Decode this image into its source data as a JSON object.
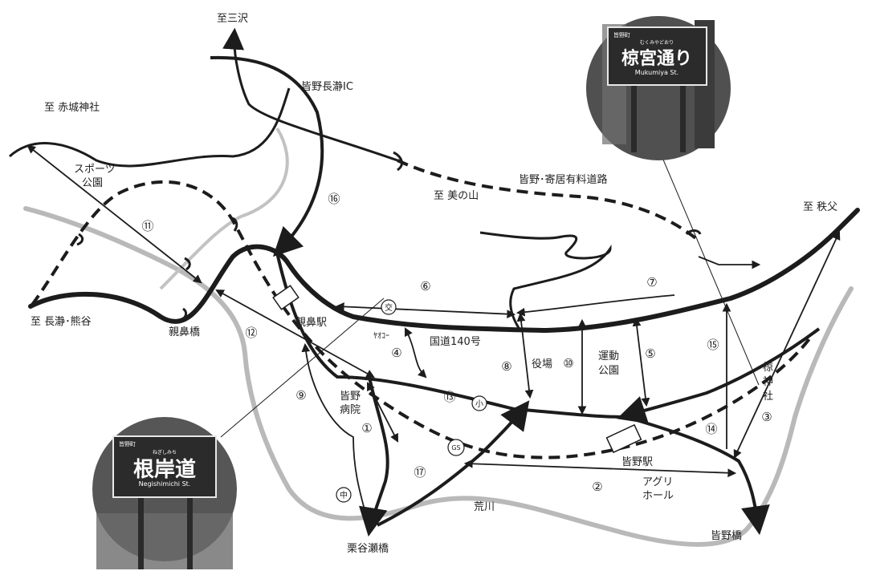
{
  "colors": {
    "road": "#1c1c1c",
    "river": "#b9b9b9",
    "tollway": "#1c1c1c",
    "background": "#ffffff",
    "photo_dark": "#3a3a3a"
  },
  "destinations": {
    "misawa": "至三沢",
    "akagi": "至 赤城神社",
    "minoyama": "至 美の山",
    "chichibu": "至 秩父",
    "nagatoro": "至 長瀞･熊谷"
  },
  "places": {
    "minano_nagatoro_ic": "皆野長瀞IC",
    "sports_park": [
      "スポーツ",
      "公園"
    ],
    "toll_road": "皆野･寄居有料道路",
    "national_route": "国道140号",
    "oyahana_station": "親鼻駅",
    "oyahana_bridge": "親鼻橋",
    "minano_station": "皆野駅",
    "minano_bridge": "皆野橋",
    "kuriyase_bridge": "栗谷瀬橋",
    "arakawa": "荒川",
    "yakuba": "役場",
    "undo_koen": [
      "運動",
      "公園"
    ],
    "minano_byoin": [
      "皆野",
      "病院"
    ],
    "yaoko": "ﾔｵｺｰ",
    "agri_hall": [
      "アグリ",
      "ホール"
    ],
    "muku_shrine": [
      "椋",
      "神",
      "社"
    ]
  },
  "markers": {
    "police_box": "交",
    "elementary": "小",
    "middle": "中",
    "gas_station": "GS"
  },
  "routes": [
    "①",
    "②",
    "③",
    "④",
    "⑤",
    "⑥",
    "⑦",
    "⑧",
    "⑨",
    "⑩",
    "⑪",
    "⑫",
    "⑬",
    "⑭",
    "⑮",
    "⑯",
    "⑰"
  ],
  "photos": {
    "mukumiya": {
      "town": "皆野町",
      "name": "椋宮通り",
      "ruby": "むくみやどおり",
      "romaji": "Mukumiya St."
    },
    "negishi": {
      "town": "皆野町",
      "name": "根岸道",
      "ruby": "ねぎしみち",
      "romaji": "Negishimichi St."
    }
  }
}
